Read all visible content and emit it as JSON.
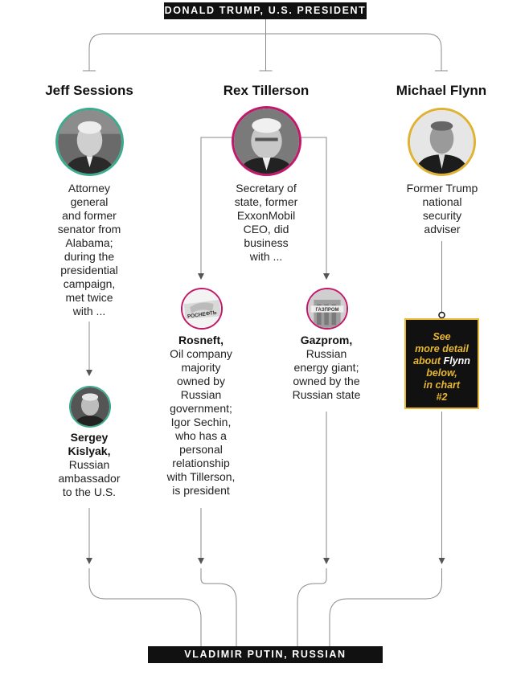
{
  "top_banner": "DONALD TRUMP, U.S. PRESIDENT",
  "bottom_banner": "VLADIMIR PUTIN, RUSSIAN PRESIDENT",
  "people": {
    "sessions": {
      "name": "Jeff Sessions",
      "desc": [
        "Attorney",
        "general",
        "and former",
        "senator from",
        "Alabama;",
        "during the",
        "presidential",
        "campaign,",
        "met twice",
        "with ..."
      ]
    },
    "tillerson": {
      "name": "Rex Tillerson",
      "desc": [
        "Secretary of",
        "state, former",
        "ExxonMobil",
        "CEO, did",
        "business",
        "with ..."
      ]
    },
    "flynn": {
      "name": "Michael Flynn",
      "desc": [
        "Former Trump",
        "national",
        "security",
        "adviser"
      ]
    }
  },
  "contacts": {
    "kislyak": {
      "name_lines": [
        "Sergey",
        "Kislyak,"
      ],
      "desc": [
        "Russian",
        "ambassador",
        "to the U.S."
      ]
    },
    "rosneft": {
      "name": "Rosneft,",
      "desc": [
        "Oil company",
        "majority",
        "owned by",
        "Russian",
        "government;",
        "Igor Sechin,",
        "who has a",
        "personal",
        "relationship",
        "with Tillerson,",
        "is president"
      ],
      "logo_text": "РОСНЕФТЬ"
    },
    "gazprom": {
      "name": "Gazprom,",
      "desc": [
        "Russian",
        "energy giant;",
        "owned by the",
        "Russian state"
      ],
      "logo_text": "ГАЗПРОМ"
    }
  },
  "callout": {
    "line1": "See",
    "line2": "more detail",
    "line3a": "about ",
    "line3b": "Flynn",
    "line4": "below,",
    "line5": "in chart",
    "line6": "#2"
  },
  "colors": {
    "sessions": "#3daa8c",
    "tillerson": "#c2186b",
    "flynn": "#e0b232",
    "line": "#888888",
    "banner": "#111111"
  }
}
